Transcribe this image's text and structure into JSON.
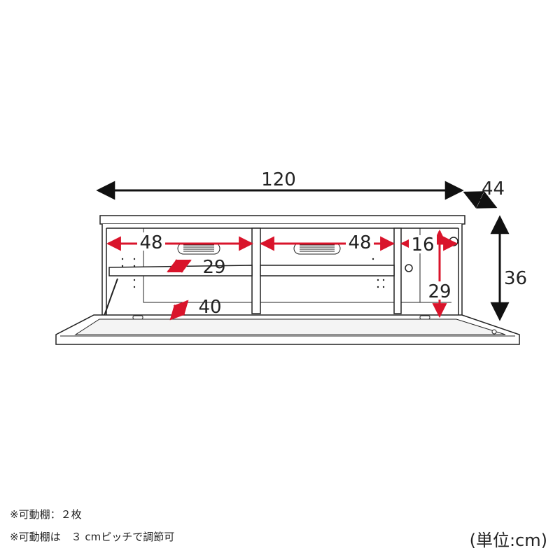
{
  "dimensions": {
    "width": "120",
    "depth": "44",
    "height": "36",
    "left_compartment_width": "48",
    "center_compartment_width": "48",
    "right_compartment_width": "16",
    "right_compartment_height": "29",
    "shelf_depth": "29",
    "bottom_depth": "40"
  },
  "notes": {
    "line1": "※可動棚：２枚",
    "line2": "※可動棚は　３ cmピッチで調節可"
  },
  "unit_label": "(単位:cm)",
  "colors": {
    "accent_arrow": "#d9142b",
    "dimension_arrow": "#111111",
    "outline": "#222222"
  }
}
